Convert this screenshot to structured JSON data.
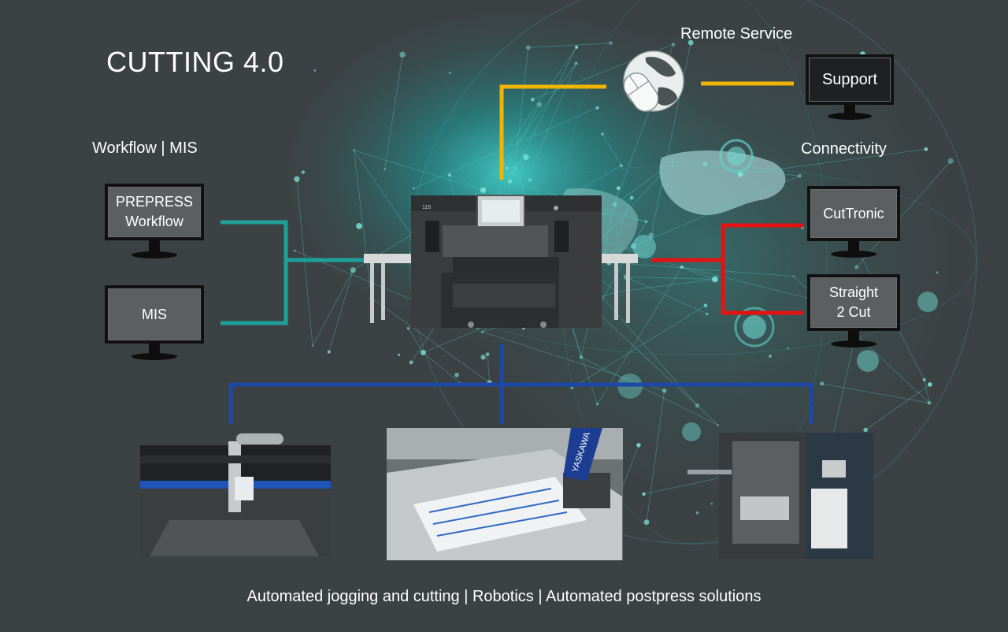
{
  "title": "CUTTING 4.0",
  "sections": {
    "workflow": "Workflow | MIS",
    "remote_service": "Remote Service",
    "connectivity": "Connectivity"
  },
  "monitors": {
    "prepress": {
      "line1": "PREPRESS",
      "line2": "Workflow"
    },
    "mis": {
      "label": "MIS"
    },
    "support": {
      "label": "Support"
    },
    "cuttronic": {
      "label": "CutTronic"
    },
    "straight": {
      "line1": "Straight",
      "line2": "2 Cut"
    }
  },
  "machine": {
    "panel_number": "115"
  },
  "robot_arm_brand": "YASKAWA",
  "footer": "Automated jogging and cutting | Robotics | Automated postpress solutions",
  "colors": {
    "background": "#3c4143",
    "teal_connector": "#1fa19b",
    "remote_connector": "#f0b400",
    "connectivity_connector": "#e31313",
    "automation_connector": "#1d49a6"
  }
}
